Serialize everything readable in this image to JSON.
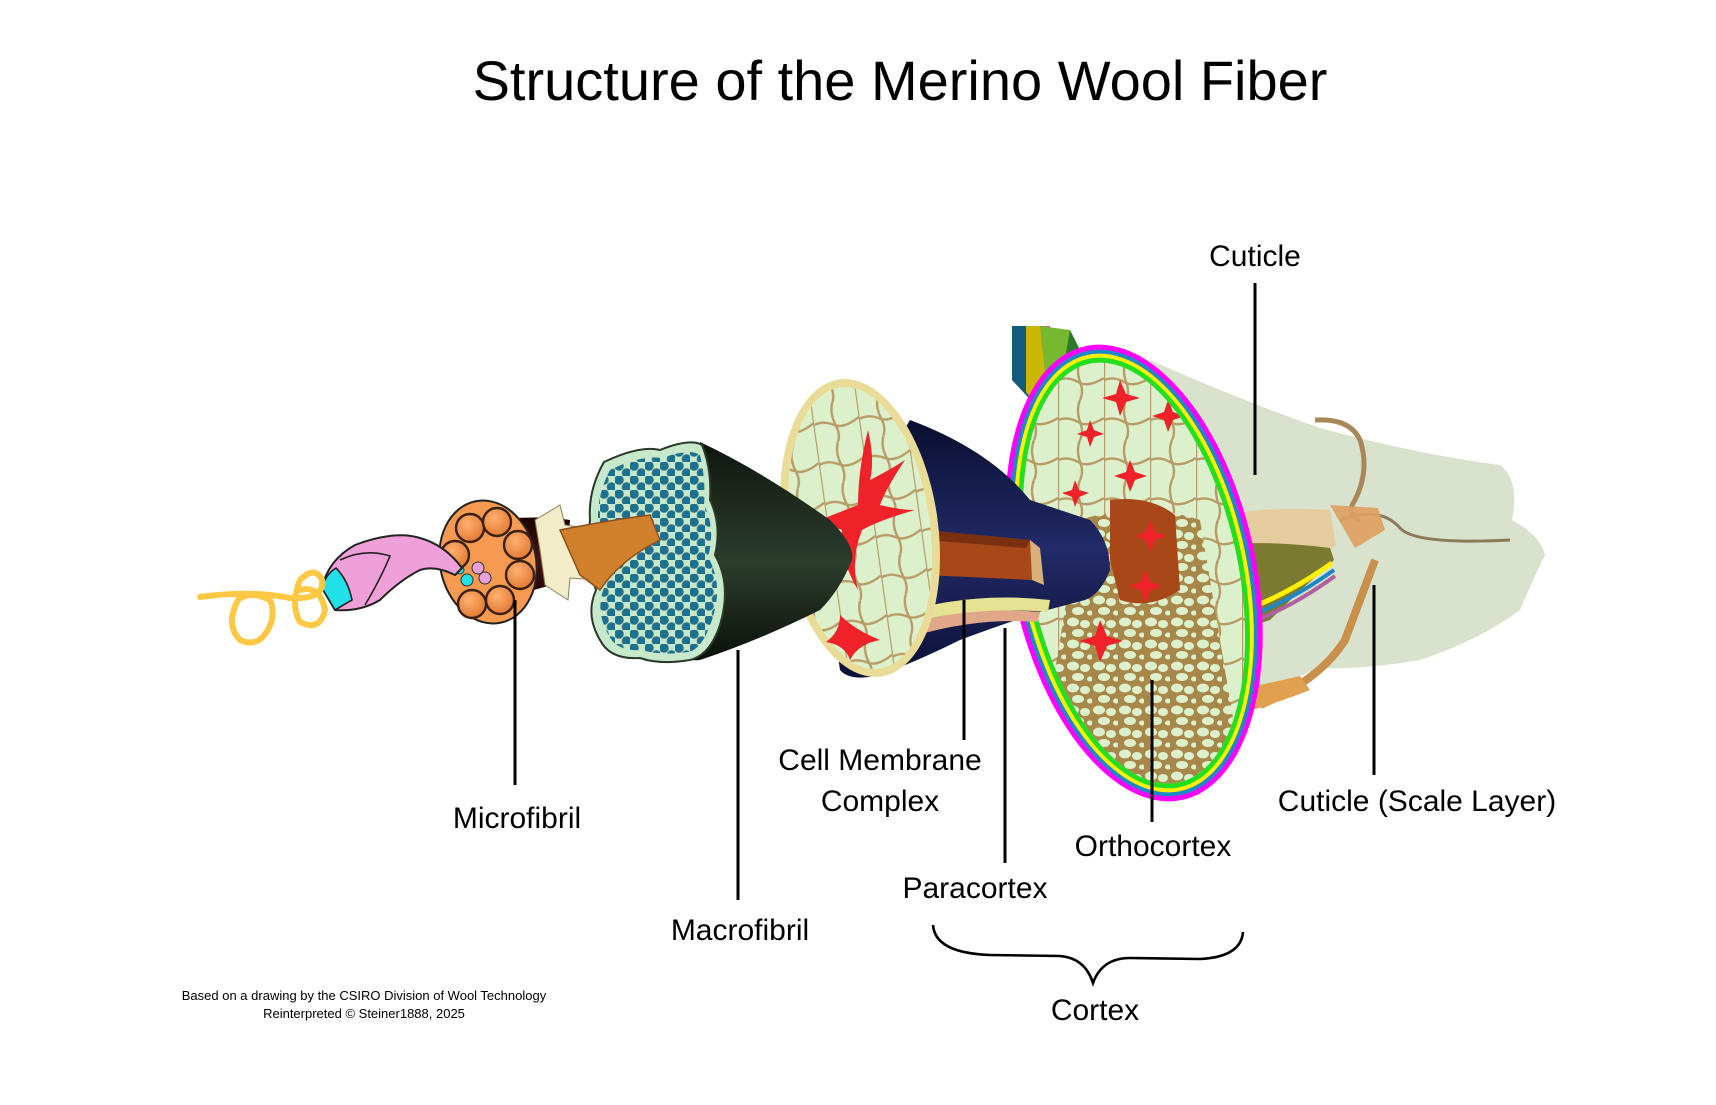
{
  "title": "Structure of the Merino Wool Fiber",
  "labels": {
    "cuticle": "Cuticle",
    "microfibril": "Microfibril",
    "macrofibril": "Macrofibril",
    "cell_membrane_line1": "Cell Membrane",
    "cell_membrane_line2": "Complex",
    "paracortex": "Paracortex",
    "orthocortex": "Orthocortex",
    "cuticle_scale": "Cuticle (Scale Layer)",
    "cortex": "Cortex"
  },
  "caption": {
    "line1": "Based on a drawing by the CSIRO Division of Wool Technology",
    "line2": "Reinterpreted © Steiner1888, 2025"
  },
  "colors": {
    "protofibril_coil": "#FFC844",
    "protofibril_pink": "#F0A0D8",
    "protofibril_cyan": "#22E0E8",
    "microfibril_orange": "#F59A50",
    "macrofibril_matrix": "#C8E8CC",
    "macrofibril_dots": "#1C7090",
    "macrofibril_body": "#1E2A1E",
    "cell_face": "#DDF0CC",
    "cell_rim": "#E8DC98",
    "nuclear_remnant": "#EE2228",
    "cortical_cell_body": "#1A2055",
    "cortex_brown": "#A84818",
    "cuticle_sheath": "#D8E2CC",
    "scale_brown": "#A8885A",
    "layer_magenta": "#FF00FF",
    "layer_blue": "#1E88C8",
    "layer_yellow": "#FFF000",
    "layer_green": "#22E020"
  }
}
